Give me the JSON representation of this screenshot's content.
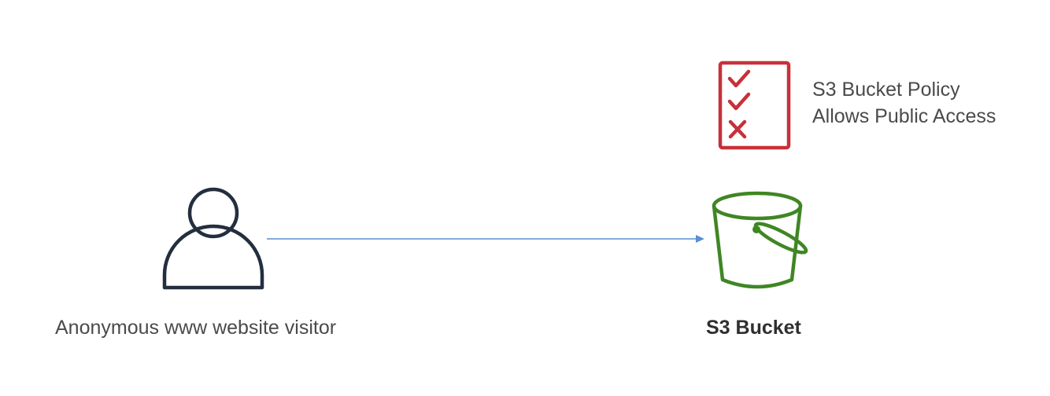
{
  "colors": {
    "user_icon": "#232f3e",
    "bucket_icon": "#3f8624",
    "policy_icon": "#c7313a",
    "arrow": "#5a8fd0",
    "text": "#4a4a4a"
  },
  "visitor": {
    "icon": "user-icon",
    "label": "Anonymous www website visitor"
  },
  "policy": {
    "icon": "policy-checklist-icon",
    "line1": "S3 Bucket Policy",
    "line2": "Allows Public Access"
  },
  "bucket": {
    "icon": "s3-bucket-icon",
    "label": "S3 Bucket"
  }
}
